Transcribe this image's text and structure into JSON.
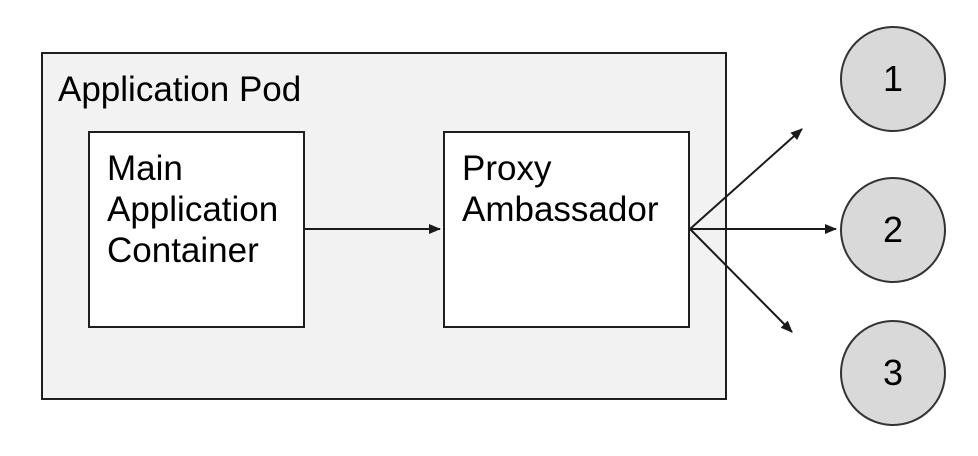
{
  "diagram": {
    "pod_label": "Application Pod",
    "nodes": [
      {
        "id": "main-application-container",
        "label": "Main Application Container"
      },
      {
        "id": "proxy-ambassador",
        "label": "Proxy Ambassador"
      }
    ],
    "endpoints": [
      {
        "id": "endpoint-1",
        "label": "1"
      },
      {
        "id": "endpoint-2",
        "label": "2"
      },
      {
        "id": "endpoint-3",
        "label": "3"
      }
    ],
    "connections": [
      {
        "from": "main-application-container",
        "to": "proxy-ambassador"
      },
      {
        "from": "proxy-ambassador",
        "to": "endpoint-1"
      },
      {
        "from": "proxy-ambassador",
        "to": "endpoint-2"
      },
      {
        "from": "proxy-ambassador",
        "to": "endpoint-3"
      }
    ],
    "colors": {
      "canvas_background": "#ffffff",
      "pod_fill": "#f2f2f2",
      "node_fill": "#ffffff",
      "endpoint_fill": "#d9d9d9",
      "border": "#1f1f1f",
      "arrow": "#1a1a1a",
      "text": "#000000"
    }
  }
}
